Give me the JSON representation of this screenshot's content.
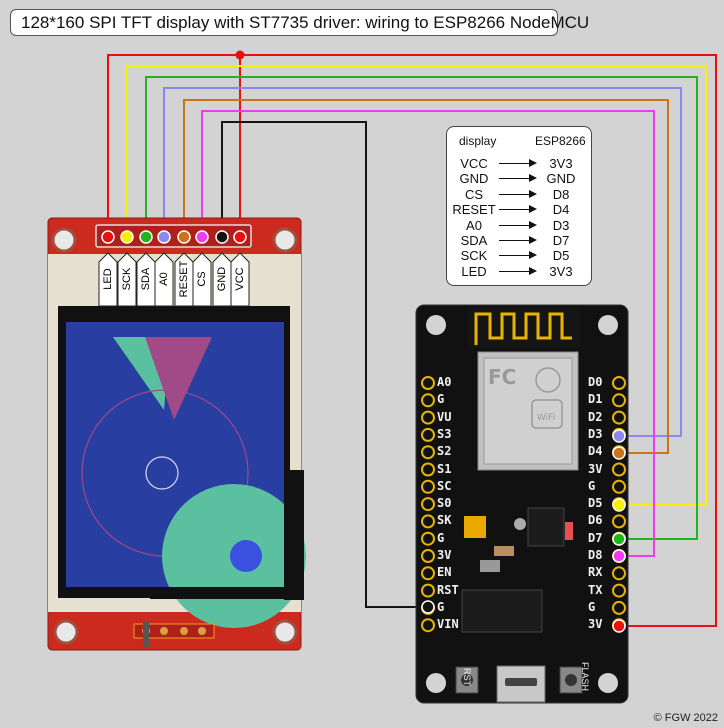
{
  "title": "128*160 SPI TFT display with ST7735 driver: wiring to ESP8266 NodeMCU",
  "copyright": "© FGW 2022",
  "mapping": {
    "header_left": "display",
    "header_right": "ESP8266",
    "rows": [
      {
        "display": "VCC",
        "esp": "3V3"
      },
      {
        "display": "GND",
        "esp": "GND"
      },
      {
        "display": "CS",
        "esp": "D8"
      },
      {
        "display": "RESET",
        "esp": "D4"
      },
      {
        "display": "A0",
        "esp": "D3"
      },
      {
        "display": "SDA",
        "esp": "D7"
      },
      {
        "display": "SCK",
        "esp": "D5"
      },
      {
        "display": "LED",
        "esp": "3V3"
      }
    ]
  },
  "display_pins": [
    {
      "label": "LED",
      "color": "#e81010"
    },
    {
      "label": "SCK",
      "color": "#f5f000"
    },
    {
      "label": "SDA",
      "color": "#22b41e"
    },
    {
      "label": "A0",
      "color": "#8888ee"
    },
    {
      "label": "RESET",
      "color": "#c8741a"
    },
    {
      "label": "CS",
      "color": "#f03cf0"
    },
    {
      "label": "GND",
      "color": "#141414"
    },
    {
      "label": "VCC",
      "color": "#e81010"
    }
  ],
  "nodemcu_left_pins": [
    "A0",
    "G",
    "VU",
    "S3",
    "S2",
    "S1",
    "SC",
    "S0",
    "SK",
    "G",
    "3V",
    "EN",
    "RST",
    "G",
    "VIN"
  ],
  "nodemcu_right_pins": [
    "D0",
    "D1",
    "D2",
    "D3",
    "D4",
    "3V",
    "G",
    "D5",
    "D6",
    "D7",
    "D8",
    "RX",
    "TX",
    "G",
    "3V"
  ],
  "board_labels": {
    "rst": "RST",
    "flash": "FLASH",
    "wifi": "WiFi"
  },
  "colors": {
    "red": "#e81010",
    "yellow": "#f5f000",
    "green": "#22b41e",
    "blue": "#8888ee",
    "orange": "#c8741a",
    "magenta": "#f03cf0",
    "black": "#141414",
    "pcb_red": "#cc2a1e",
    "screen_blue": "#283ea0",
    "teal": "#5ac0a0"
  }
}
